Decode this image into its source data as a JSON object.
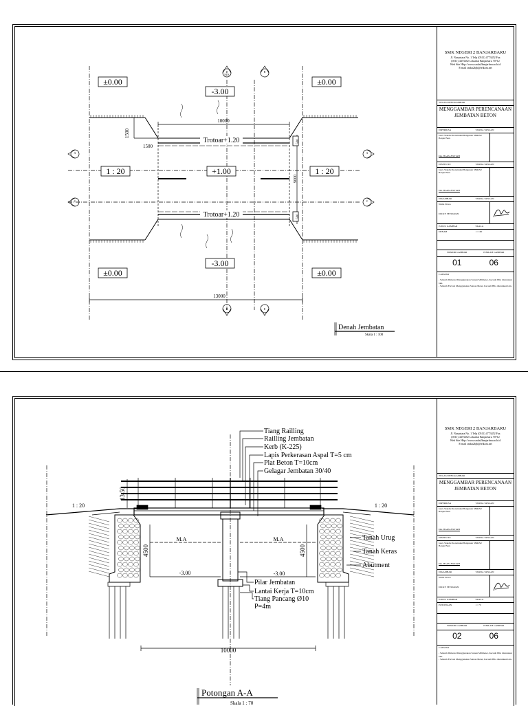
{
  "title_block": {
    "school": "SMK NEGERI 2 BANJARBARU",
    "address_lines": [
      "Jl. Nusantara No. 1 Telp (0511) 4773452 Fax",
      "(0511) 4473452 Loktabat Banjarbaru 70712",
      "Web Site Http://www.smkn2banjarbaru.sch.id",
      "E-mail smkn2bjb@telkom.net"
    ],
    "task_label": "TUGAS MENGGAMBAR",
    "task_title": "MENGGAMBAR PERENCANAAN JEMBATAN BETON",
    "checked_label": "DIPERIKSA",
    "checked_date_label": "TANDA TANGAN",
    "checked_team": "Guru Standar Konstruksi Bangunan SMKN2 Banjar Baru",
    "checked_name": "Drs. HAIZANSYIAH",
    "approved_label": "DISETUJUI",
    "approved_date_label": "TANDA TANGAN",
    "approved_team": "Guru Standar Konstruksi Bangunan SMKN2 Banjar Baru",
    "approved_name": "Drs. HAIZANSYIAH",
    "drawn_label": "DIGAMBAR",
    "drawn_sig_label": "TANDA TANGAN",
    "drawn_field": "Nama Siswa",
    "drawn_name": "DICKY SETIAWAN",
    "scale_col_label": "SKALA",
    "picture_col_label": "JUDUL GAMBAR",
    "sheet_no_label": "NOMOR GAMBAR",
    "sheet_total_label": "JUMLAH GAMBAR",
    "notes_label": "CATATAN",
    "notes": [
      "Seluruh Dimensi Menggunakan Satuan Milimeter, Kecuali Bila ditentukan lain.",
      "Seluruh Elevasi Menggunakan Satuan Meter, Kecuali Bila ditentukan lain."
    ]
  },
  "sheet1": {
    "picture_name": "DENAH",
    "scale": "1 : 100",
    "sheet_no": "01",
    "sheet_total": "06",
    "drawing_title": "Denah Jembatan",
    "drawing_scale": "Skala 1 : 100",
    "labels": {
      "elev_tl": "±0.00",
      "elev_tr": "±0.00",
      "elev_bl": "±0.00",
      "elev_br": "±0.00",
      "elev_top": "-3.00",
      "elev_bottom": "-3.00",
      "elev_center": "+1.00",
      "slope_left": "1 : 20",
      "slope_right": "1 : 20",
      "trotoar_top": "Trotoar+1.20",
      "trotoar_bottom": "Trotoar+1.20",
      "dim_10000": "10000",
      "dim_13000": "13000",
      "dim_1500a": "1500",
      "dim_1500b": "1500",
      "dim_500a": "500",
      "dim_500b": "500",
      "dim_9000": "9000",
      "sec_a": "A",
      "sec_b": "B",
      "sec_c": "C",
      "sec_d": "D",
      "sec_e": "E",
      "sec_f": "F",
      "stk": "STK"
    }
  },
  "sheet2": {
    "picture_name": "POTONGAN",
    "scale": "1 : 70",
    "sheet_no": "02",
    "sheet_total": "06",
    "drawing_title": "Potongan A-A",
    "drawing_scale": "Skala 1 : 70",
    "labels": {
      "tiang_railling": "Tiang Railling",
      "railling": "Railling Jembatan",
      "kerb": "Kerb (K-225)",
      "aspal": "Lapis Perkerasan Aspal T=5 cm",
      "plat": "Plat Beton T=10cm",
      "gelagar": "Gelagar Jembatan 30/40",
      "tanah_urug": "Tanah Urug",
      "tanah_keras": "Tanah Keras",
      "abutment": "Abutment",
      "pilar": "Pilar Jembatan",
      "lantai_kerja": "Lantai Kerja T=10cm",
      "tiang_pancang": "Tiang Pancang Ø10",
      "p4m": "P=4m",
      "slope_left": "1 : 20",
      "slope_right": "1 : 20",
      "ma_left": "M.A",
      "ma_right": "M.A",
      "elev_left": "-3.00",
      "elev_right": "-3.00",
      "dim_1350": "13.50",
      "dim_4500a": "4500",
      "dim_4500b": "4500",
      "dim_10000": "10000"
    }
  }
}
